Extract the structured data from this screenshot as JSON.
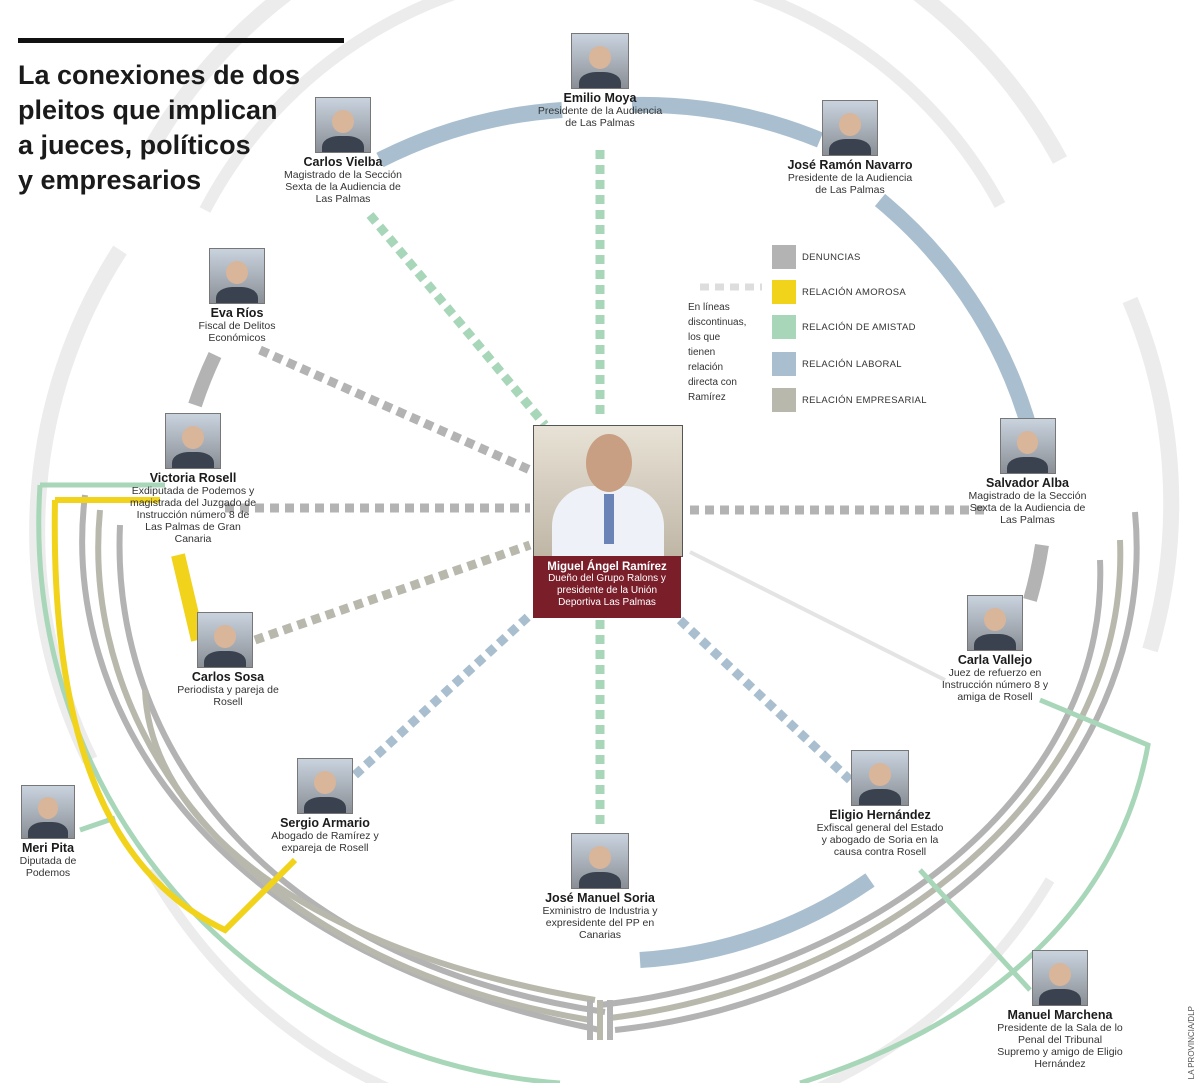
{
  "title": {
    "lines": [
      "La conexiones de dos",
      "pleitos que implican",
      "a jueces, políticos",
      "y empresarios"
    ]
  },
  "colors": {
    "denuncias": "#b3b3b4",
    "amorosa": "#f2d31b",
    "amistad": "#a8d6b8",
    "laboral": "#a9bfcf",
    "empresarial": "#b9b8ad",
    "center_box": "#7a1e2a",
    "faint_ring": "#ececec"
  },
  "center": {
    "name": "Miguel Ángel Ramírez",
    "role_lines": [
      "Dueño del Grupo Ralons y",
      "presidente de la Unión",
      "Deportiva Las Palmas"
    ]
  },
  "people": [
    {
      "id": "moya",
      "name": "Emilio Moya",
      "role_lines": [
        "Presidente de la Audiencia",
        "de Las Palmas"
      ],
      "link": "amistad"
    },
    {
      "id": "navarro",
      "name": "José Ramón Navarro",
      "role_lines": [
        "Presidente de la Audiencia",
        "de Las Palmas"
      ],
      "link": ""
    },
    {
      "id": "vielba",
      "name": "Carlos Vielba",
      "role_lines": [
        "Magistrado de la Sección",
        "Sexta de la Audiencia de",
        "Las Palmas"
      ],
      "link": "amistad"
    },
    {
      "id": "rios",
      "name": "Eva Ríos",
      "role_lines": [
        "Fiscal de Delitos",
        "Económicos"
      ],
      "link": "denuncias"
    },
    {
      "id": "rosell",
      "name": "Victoria Rosell",
      "role_lines": [
        "Exdiputada de Podemos y",
        "magistrada del Juzgado de",
        "Instrucción número 8 de",
        "Las Palmas de Gran",
        "Canaria"
      ],
      "link": "denuncias"
    },
    {
      "id": "alba",
      "name": "Salvador Alba",
      "role_lines": [
        "Magistrado de la Sección",
        "Sexta de la Audiencia de",
        "Las Palmas"
      ],
      "link": "denuncias"
    },
    {
      "id": "sosa",
      "name": "Carlos Sosa",
      "role_lines": [
        "Periodista y pareja de",
        "Rosell"
      ],
      "link": "empresarial"
    },
    {
      "id": "vallejo",
      "name": "Carla Vallejo",
      "role_lines": [
        "Juez de refuerzo en",
        "Instrucción número 8 y",
        "amiga de Rosell"
      ],
      "link": ""
    },
    {
      "id": "armario",
      "name": "Sergio Armario",
      "role_lines": [
        "Abogado de Ramírez y",
        "expareja de Rosell"
      ],
      "link": "laboral"
    },
    {
      "id": "hernandez",
      "name": "Eligio Hernández",
      "role_lines": [
        "Exfiscal general del Estado",
        "y abogado de Soria en la",
        "causa contra Rosell"
      ],
      "link": "laboral"
    },
    {
      "id": "pita",
      "name": "Meri Pita",
      "role_lines": [
        "Diputada de",
        "Podemos"
      ],
      "link": ""
    },
    {
      "id": "soria",
      "name": "José Manuel Soria",
      "role_lines": [
        "Exministro de Industria y",
        "expresidente del PP en",
        "Canarias"
      ],
      "link": "amistad"
    },
    {
      "id": "marchena",
      "name": "Manuel Marchena",
      "role_lines": [
        "Presidente de la Sala de lo",
        "Penal del Tribunal",
        "Supremo y amigo de Eligio",
        "Hernández"
      ],
      "link": ""
    }
  ],
  "legend": [
    {
      "key": "denuncias",
      "label": "DENUNCIAS"
    },
    {
      "key": "amorosa",
      "label": "RELACIÓN AMOROSA"
    },
    {
      "key": "amistad",
      "label": "RELACIÓN DE AMISTAD"
    },
    {
      "key": "laboral",
      "label": "RELACIÓN LABORAL"
    },
    {
      "key": "empresarial",
      "label": "RELACIÓN EMPRESARIAL"
    }
  ],
  "note_lines": [
    "En líneas",
    "discontinuas,",
    "los que",
    "tienen",
    "relación",
    "directa con",
    "Ramírez"
  ],
  "credit": "LA PROVINCIA/DLP"
}
